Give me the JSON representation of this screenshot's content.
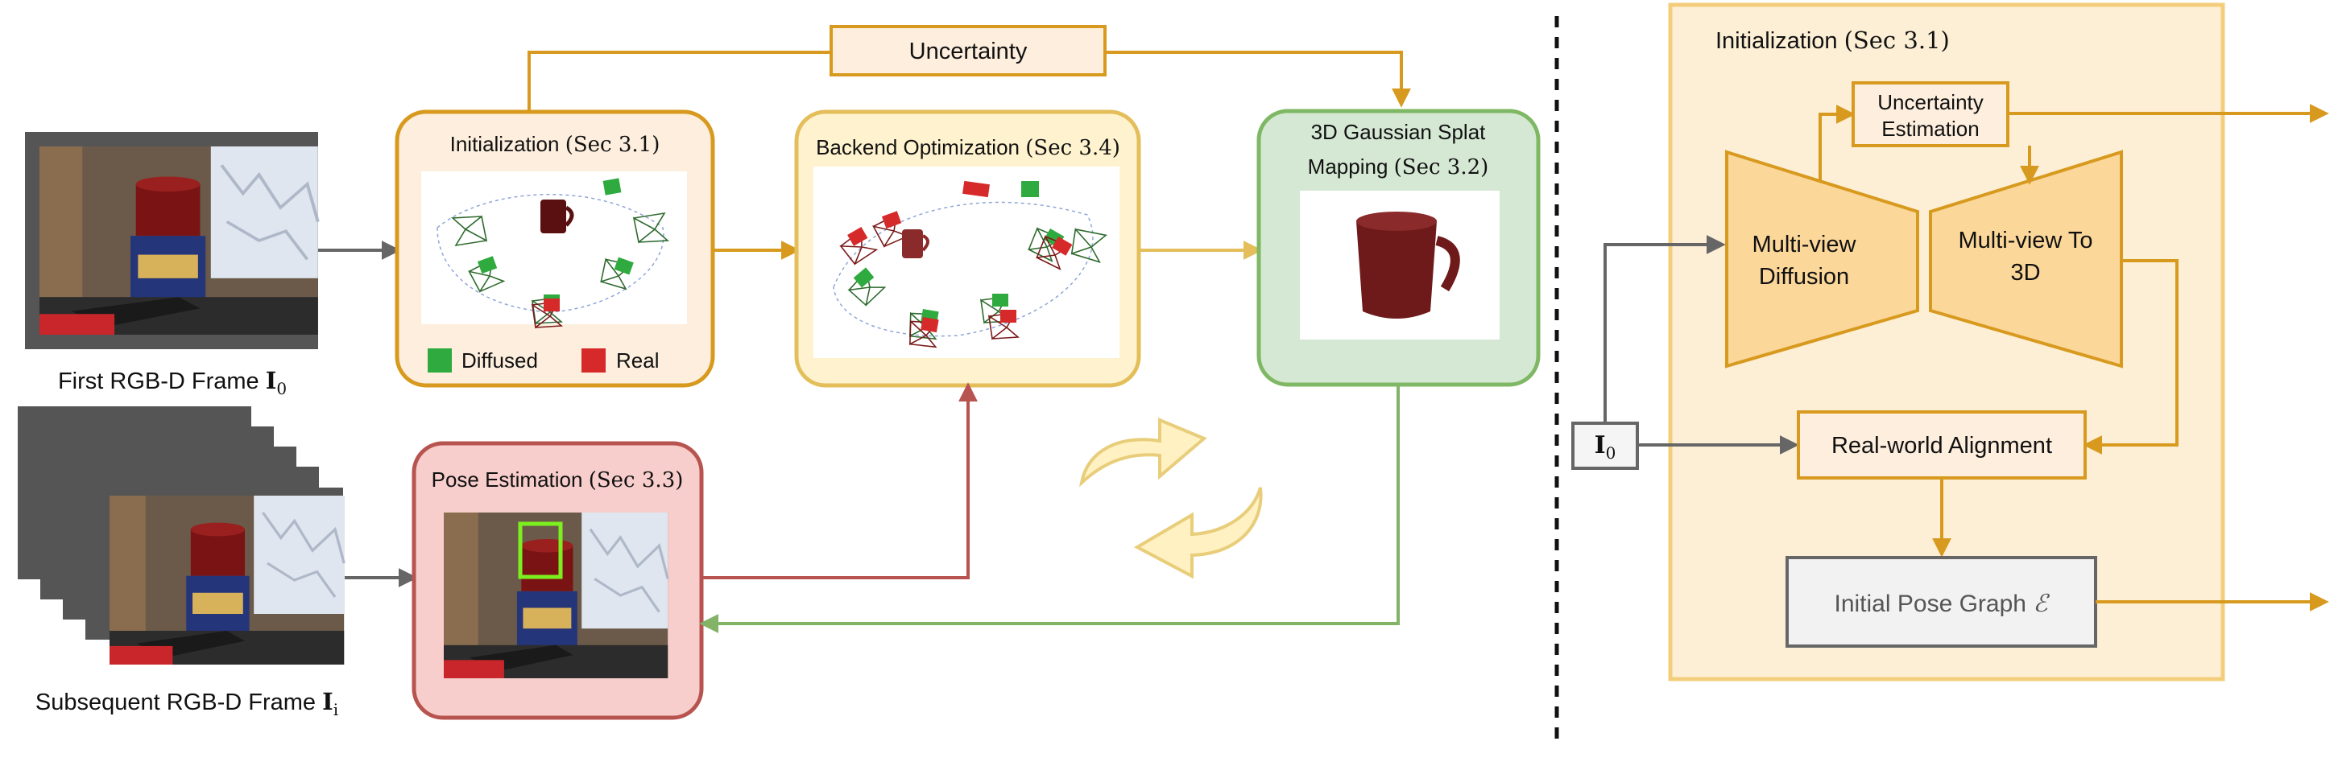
{
  "pipeline": {
    "uncertainty_label": "Uncertainty",
    "initialization": {
      "title": "Initialization",
      "sec": "(Sec 3.1)",
      "legend_diffused": "Diffused",
      "legend_real": "Real"
    },
    "backend": {
      "title": "Backend Optimization",
      "sec": "(Sec 3.4)"
    },
    "mapping": {
      "title_line1": "3D Gaussian Splat",
      "title_line2_a": "Mapping",
      "sec": "(Sec 3.2)"
    },
    "pose": {
      "title": "Pose Estimation",
      "sec": "(Sec 3.3)"
    },
    "first_frame_label": "First RGB-D Frame",
    "first_frame_symbol": "I",
    "first_frame_sub": "0",
    "subsequent_frame_label": "Subsequent RGB-D Frame",
    "subsequent_frame_symbol": "I",
    "subsequent_frame_sub": "i"
  },
  "init_detail": {
    "title": "Initialization",
    "sec": "(Sec 3.1)",
    "uncertainty_line1": "Uncertainty",
    "uncertainty_line2": "Estimation",
    "mv_diffusion_line1": "Multi-view",
    "mv_diffusion_line2": "Diffusion",
    "mv_to3d_line1": "Multi-view To",
    "mv_to3d_line2": "3D",
    "alignment": "Real-world Alignment",
    "pose_graph": "Initial Pose Graph",
    "pose_graph_symbol": "ℰ",
    "input_symbol": "I",
    "input_sub": "0"
  },
  "colors": {
    "orange_stroke": "#d89a1e",
    "orange_fill": "#fdeedd",
    "yellow_fill": "#fff3cf",
    "green_stroke": "#7fb864",
    "green_fill": "#d5e8d4",
    "red_stroke": "#b85450",
    "red_fill": "#f8cecc",
    "panel_fill": "#fdefd6",
    "panel_stroke": "#f3cd7c",
    "trap_fill": "#fbd79a",
    "gray": "#666666"
  }
}
